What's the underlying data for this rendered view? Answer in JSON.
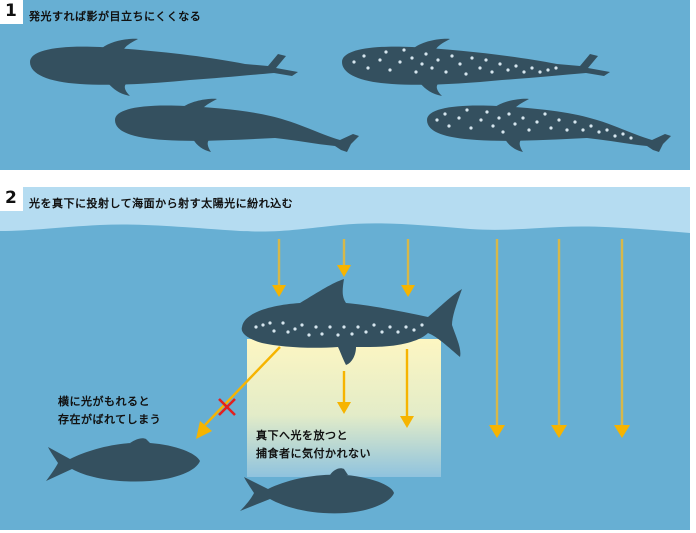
{
  "panel1": {
    "number": "1",
    "heading": "発光すれば影が目立ちにくくなる",
    "fish": [
      {
        "id": "plain-top",
        "luminous": false
      },
      {
        "id": "plain-bottom",
        "luminous": false
      },
      {
        "id": "dotted-top",
        "luminous": true
      },
      {
        "id": "dotted-bottom",
        "luminous": true
      }
    ]
  },
  "panel2": {
    "number": "2",
    "heading": "光を真下に投射して海面から射す太陽光に紛れ込む",
    "side_leak_label": [
      "横に光がもれると",
      "存在がばれてしまう"
    ],
    "downward_label": [
      "真下へ光を放つと",
      "捕食者に気付かれない"
    ],
    "sunlight_arrows": 6,
    "fish_emitted_arrows": 2
  },
  "colors": {
    "water": "#67afd3",
    "sky": "#b5dcf1",
    "fish": "#34505f",
    "dots": "#d6e6ee",
    "arrow": "#f6b400",
    "beam_top": "#fdf6c2",
    "cross": "#e22020"
  }
}
